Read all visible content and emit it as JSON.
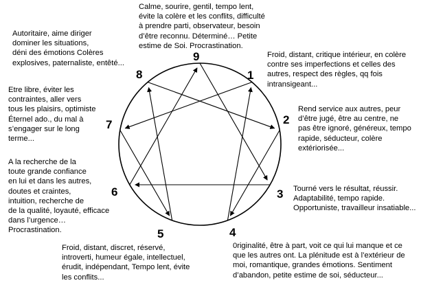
{
  "points": [
    {
      "id": "9",
      "label": "9",
      "lines": [
        "Calme, sourire, gentil, tempo lent,",
        "évite la colère et les conflits, difficulté",
        "à prendre parti, observateur, besoin",
        "d’être reconnu. Déterminé… Petite",
        "estime de Soi. Procrastination."
      ]
    },
    {
      "id": "1",
      "label": "1",
      "lines": [
        "Froid, distant, critique intérieur, en colère",
        "contre ses imperfections et celles des",
        "autres, respect des règles, qq fois",
        "intransigeant..."
      ]
    },
    {
      "id": "2",
      "label": "2",
      "lines": [
        "Rend service aux autres, peur",
        "d’être jugé, être au centre, ne",
        "pas être ignoré, généreux, tempo",
        "rapide, séducteur,  colère",
        "extériorisée..."
      ]
    },
    {
      "id": "3",
      "label": "3",
      "lines": [
        "Tourné vers le résultat, réussir.",
        "Adaptabilité, tempo rapide.",
        "Opportuniste, travailleur insatiable..."
      ]
    },
    {
      "id": "4",
      "label": "4",
      "lines": [
        "0riginalité, être à part, voit ce qui lui manque et ce",
        "que les autres ont. La plénitude est à l’extérieur de",
        "moi, romantique, grandes émotions. Sentiment",
        "d’abandon, petite estime de soi, séducteur..."
      ]
    },
    {
      "id": "5",
      "label": "5",
      "lines": [
        "Froid, distant, discret, réservé,",
        "introverti, humeur égale, intellectuel,",
        "érudit, indépendant,  Tempo lent, évite",
        "les conflits..."
      ]
    },
    {
      "id": "6",
      "label": "6",
      "lines": [
        "A la recherche de la",
        "toute grande confiance",
        "en lui et dans les autres,",
        "doutes et craintes,",
        "intuition, recherche de",
        "de la qualité, loyauté, efficace",
        "dans l’urgence…",
        "Procrastination."
      ]
    },
    {
      "id": "7",
      "label": "7",
      "lines": [
        "Etre libre, éviter les",
        "contraintes, aller vers",
        "tous les plaisirs, optimiste",
        "Éternel ado., du mal à",
        "s’engager sur le long",
        "terme..."
      ]
    },
    {
      "id": "8",
      "label": "8",
      "lines": [
        "Autoritaire, aime diriger",
        "dominer les situations,",
        "déni des émotions Colères",
        "explosives, paternaliste, entêté..."
      ]
    }
  ],
  "arrows": [
    {
      "from": "1",
      "to": "7"
    },
    {
      "from": "7",
      "to": "5"
    },
    {
      "from": "5",
      "to": "8"
    },
    {
      "from": "8",
      "to": "2"
    },
    {
      "from": "2",
      "to": "4"
    },
    {
      "from": "4",
      "to": "1"
    },
    {
      "from": "9",
      "to": "3"
    },
    {
      "from": "3",
      "to": "6"
    },
    {
      "from": "6",
      "to": "9"
    }
  ],
  "colors": {
    "line": "#000000",
    "text": "#000000",
    "background": "#ffffff"
  }
}
